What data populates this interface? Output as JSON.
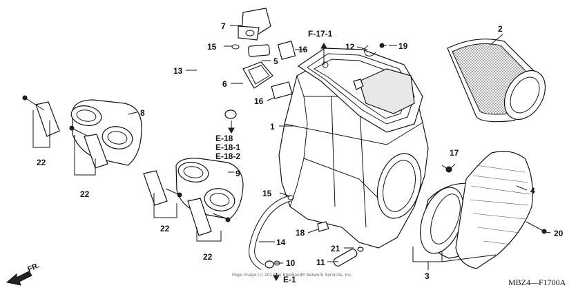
{
  "labels": {
    "p1": "1",
    "p2": "2",
    "p3": "3",
    "p4": "4",
    "p5": "5",
    "p6": "6",
    "p7": "7",
    "p8": "8",
    "p9": "9",
    "p10": "10",
    "p11": "11",
    "p12": "12",
    "p13": "13",
    "p14": "14",
    "p15a": "15",
    "p15b": "15",
    "p16a": "16",
    "p16b": "16",
    "p17": "17",
    "p18": "18",
    "p19": "19",
    "p20": "20",
    "p21": "21",
    "p22a": "22",
    "p22b": "22",
    "p22c": "22",
    "p22d": "22"
  },
  "references": {
    "f17_1": "F-17-1",
    "e18": "E-18",
    "e18_1": "E-18-1",
    "e18_2": "E-18-2",
    "e1": "E-1"
  },
  "front_label": "FR.",
  "diagram_code": "MBZ4—F1700A",
  "copyright": "Page image (c) 2014 by BikeBandit Network Services, Inc."
}
